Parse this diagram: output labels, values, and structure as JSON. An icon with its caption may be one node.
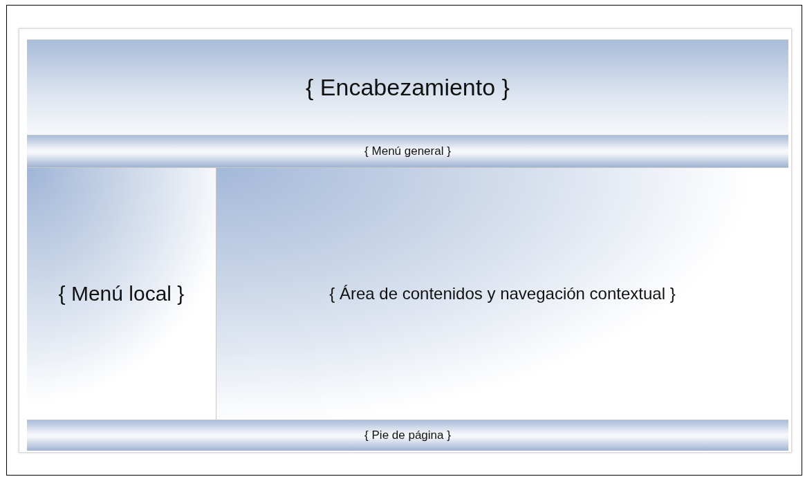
{
  "diagram": {
    "nodes": [
      {
        "text": [
          "{ Encabezamiento }"
        ]
      },
      {
        "text": [
          "{ Menú general }"
        ]
      },
      {
        "text": [
          "{ Menú local }"
        ]
      },
      {
        "text": [
          "{ Área de contenidos y navegación contextual }"
        ]
      },
      {
        "text": [
          "{ Pie de página }"
        ]
      }
    ]
  }
}
